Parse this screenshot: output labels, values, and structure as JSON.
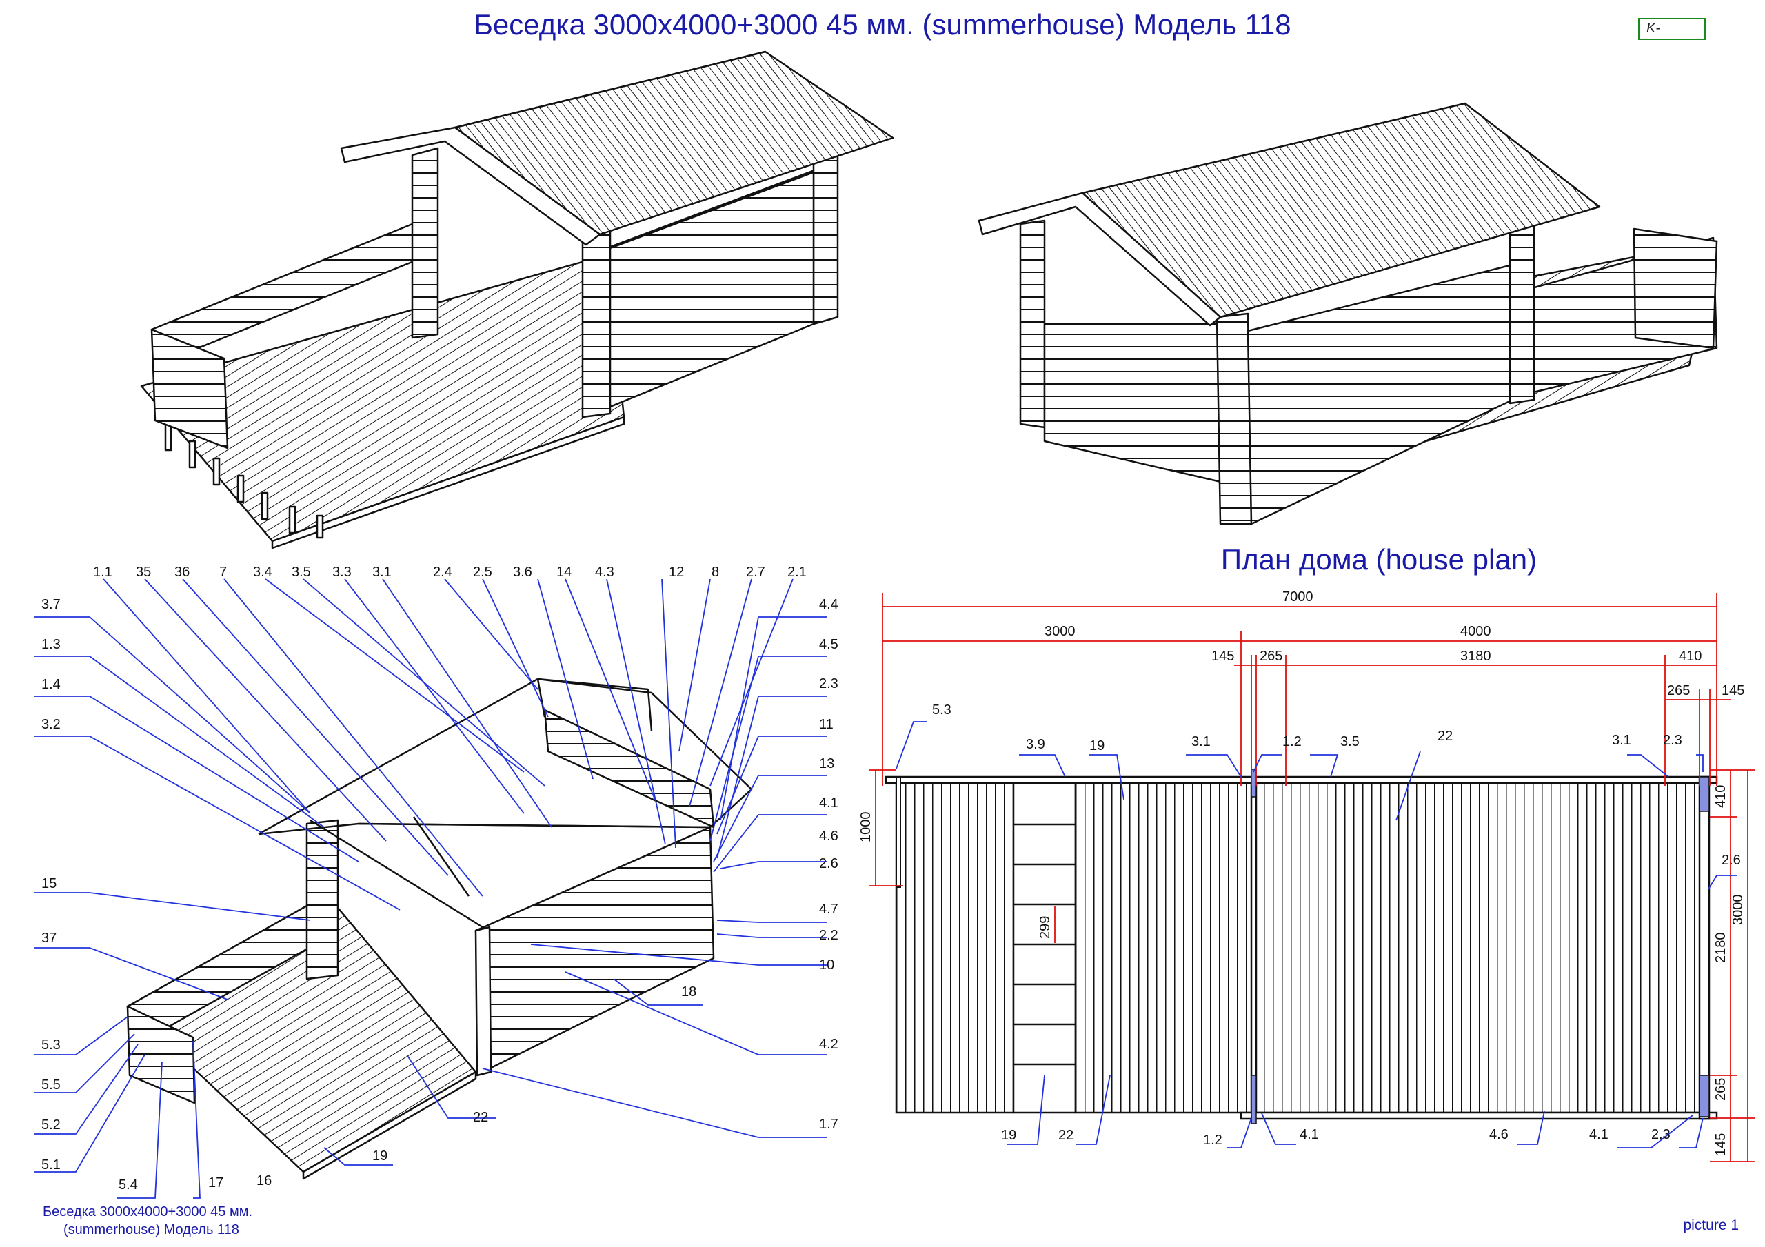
{
  "title": "Беседка 3000x4000+3000      45 мм. (summerhouse) Модель 118",
  "code_box": "K-",
  "plan_title": "План дома (house plan)",
  "caption_line1": "Беседка 3000x4000+3000      45 мм.",
  "caption_line2": "(summerhouse) Модель 118",
  "picture_label": "picture 1",
  "exploded_callouts": {
    "top": [
      "1.1",
      "35",
      "36",
      "7",
      "3.4",
      "3.5",
      "3.3",
      "3.1",
      "2.4",
      "2.5",
      "3.6",
      "14",
      "4.3",
      "12",
      "8",
      "2.7",
      "2.1"
    ],
    "left": [
      "3.7",
      "1.3",
      "1.4",
      "3.2",
      "15",
      "37",
      "5.3",
      "5.5",
      "5.2",
      "5.1",
      "5.4",
      "17",
      "16",
      "19",
      "22"
    ],
    "right": [
      "4.4",
      "4.5",
      "2.3",
      "11",
      "13",
      "4.1",
      "4.6",
      "2.6",
      "4.7",
      "2.2",
      "10",
      "18",
      "4.2",
      "1.7"
    ]
  },
  "plan_dimensions": {
    "total": "7000",
    "left": "3000",
    "right": "4000",
    "d145a": "145",
    "d265a": "265",
    "d3180": "3180",
    "d410a": "410",
    "d265b": "265",
    "d145b": "145",
    "d1000": "1000",
    "d299": "299",
    "d410b": "410",
    "d2180": "2180",
    "d3000": "3000",
    "d265c": "265",
    "d145c": "145"
  },
  "plan_callouts": {
    "top": [
      "5.3",
      "3.9",
      "19",
      "3.1",
      "1.2",
      "3.5",
      "22",
      "3.1",
      "2.3"
    ],
    "right": [
      "2.6"
    ],
    "bottom": [
      "19",
      "22",
      "1.2",
      "4.1",
      "4.6",
      "4.1",
      "2.3"
    ]
  },
  "colors": {
    "title": "#1a1aa8",
    "leader": "#2233dd",
    "dimension": "#e01010",
    "drawing": "#111111",
    "frame": "#1a8a1a"
  }
}
